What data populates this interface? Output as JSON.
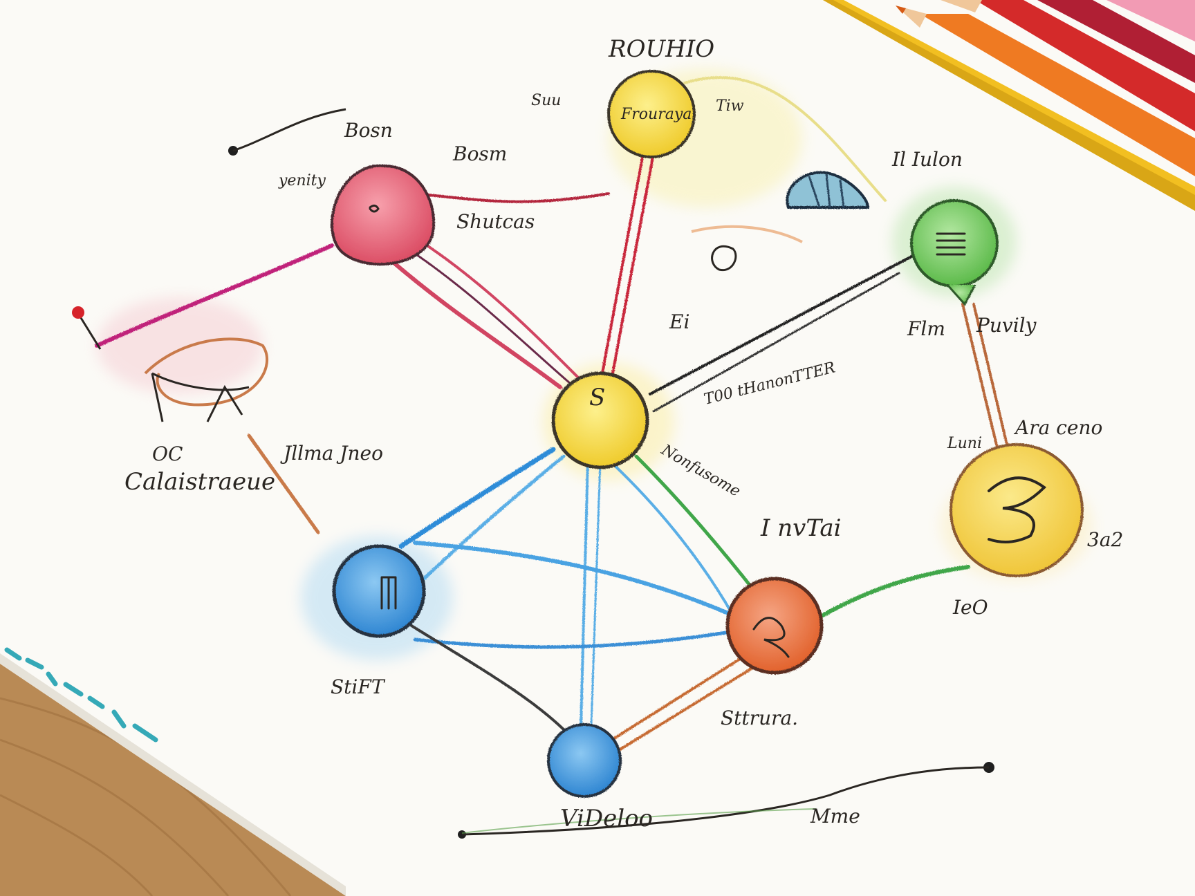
{
  "diagram": {
    "title": "ROUHIO",
    "labels": {
      "top_yellow_inner": "Frouraya",
      "center_yellow_inner": "S",
      "left_node_a": "Bosm",
      "left_node_b": "yenity",
      "top_left_mark": "Bosn",
      "pink_caption": "Shutcas",
      "far_left_caption": "Calaistraeue",
      "mid_left_caption": "Jllma Jneo",
      "lower_left_caption": "OC",
      "blue_left_caption": "StiFT",
      "bottom_caption": "ViDeloo",
      "bottom_right_caption": "Mme",
      "center_right_caption": "T00 tHanonTTER",
      "green_caption_left": "Flm",
      "green_caption_right": "Puvily",
      "right_caption_a": "Ara ceno",
      "right_caption_b": "Luni",
      "orange_side_caption": "Nonfusome",
      "orange_right_caption": "I nvTai",
      "orange_bottom_caption": "Sttrura.",
      "yellow_right_bottom": "IeO",
      "yellow_right_side": "3a2",
      "top_right_caption": "Il Iulon",
      "top_left_of_yellow": "Suu",
      "top_right_of_yellow": "Tiw",
      "mid_yellow_caption": "Ei"
    },
    "colors": {
      "paper": "#fbfaf6",
      "wood": "#b98a55",
      "ink": "#2a2622",
      "pink": "#e0566a",
      "yellow": "#f2d43c",
      "green": "#6cc25a",
      "blue": "#3a8fd6",
      "orange": "#e36a36",
      "navy": "#2f4d6a",
      "magenta": "#c0217a",
      "crimson": "#b3283e"
    }
  }
}
